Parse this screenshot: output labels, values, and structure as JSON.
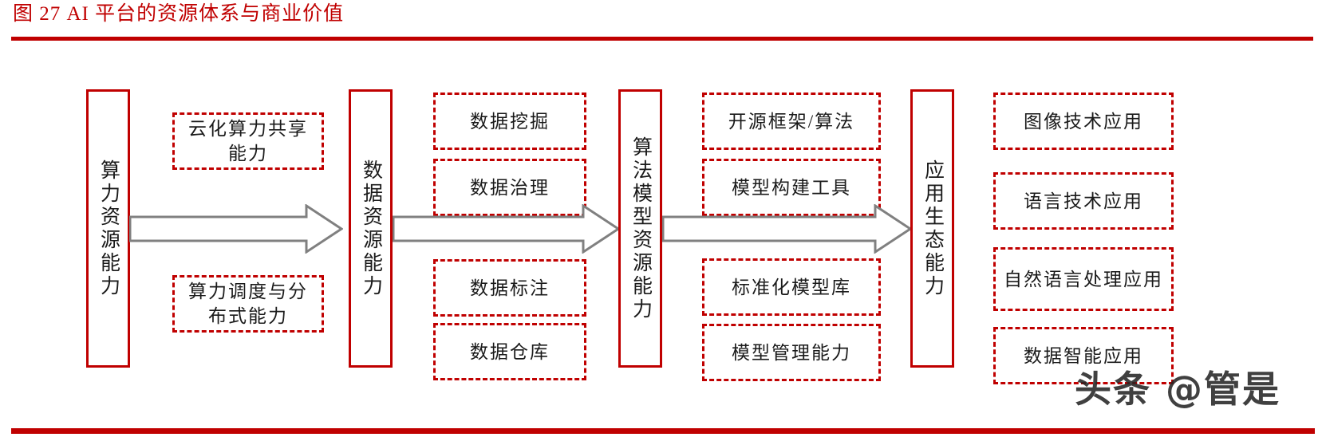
{
  "figure": {
    "title": "图 27 AI 平台的资源体系与商业价值",
    "accent_color": "#c00000",
    "arrow_color": "#808080",
    "text_color": "#1a1a1a"
  },
  "watermark": {
    "text": "头条 @管是"
  },
  "diagram": {
    "type": "flow",
    "direction": "left-to-right",
    "stages": [
      {
        "pillar": "算力资源能力",
        "capabilities": [
          "云化算力共享能力",
          "算力调度与分布式能力"
        ]
      },
      {
        "pillar": "数据资源能力",
        "capabilities": [
          "数据挖掘",
          "数据治理",
          "数据标注",
          "数据仓库"
        ]
      },
      {
        "pillar": "算法模型资源能力",
        "capabilities": [
          "开源框架/算法",
          "模型构建工具",
          "标准化模型库",
          "模型管理能力"
        ]
      },
      {
        "pillar": "应用生态能力",
        "capabilities": [
          "图像技术应用",
          "语言技术应用",
          "自然语言处理应用",
          "数据智能应用"
        ]
      }
    ],
    "arrows": [
      {
        "from": "算力资源能力",
        "to": "数据资源能力"
      },
      {
        "from": "数据资源能力",
        "to": "算法模型资源能力"
      },
      {
        "from": "算法模型资源能力",
        "to": "应用生态能力"
      }
    ]
  }
}
